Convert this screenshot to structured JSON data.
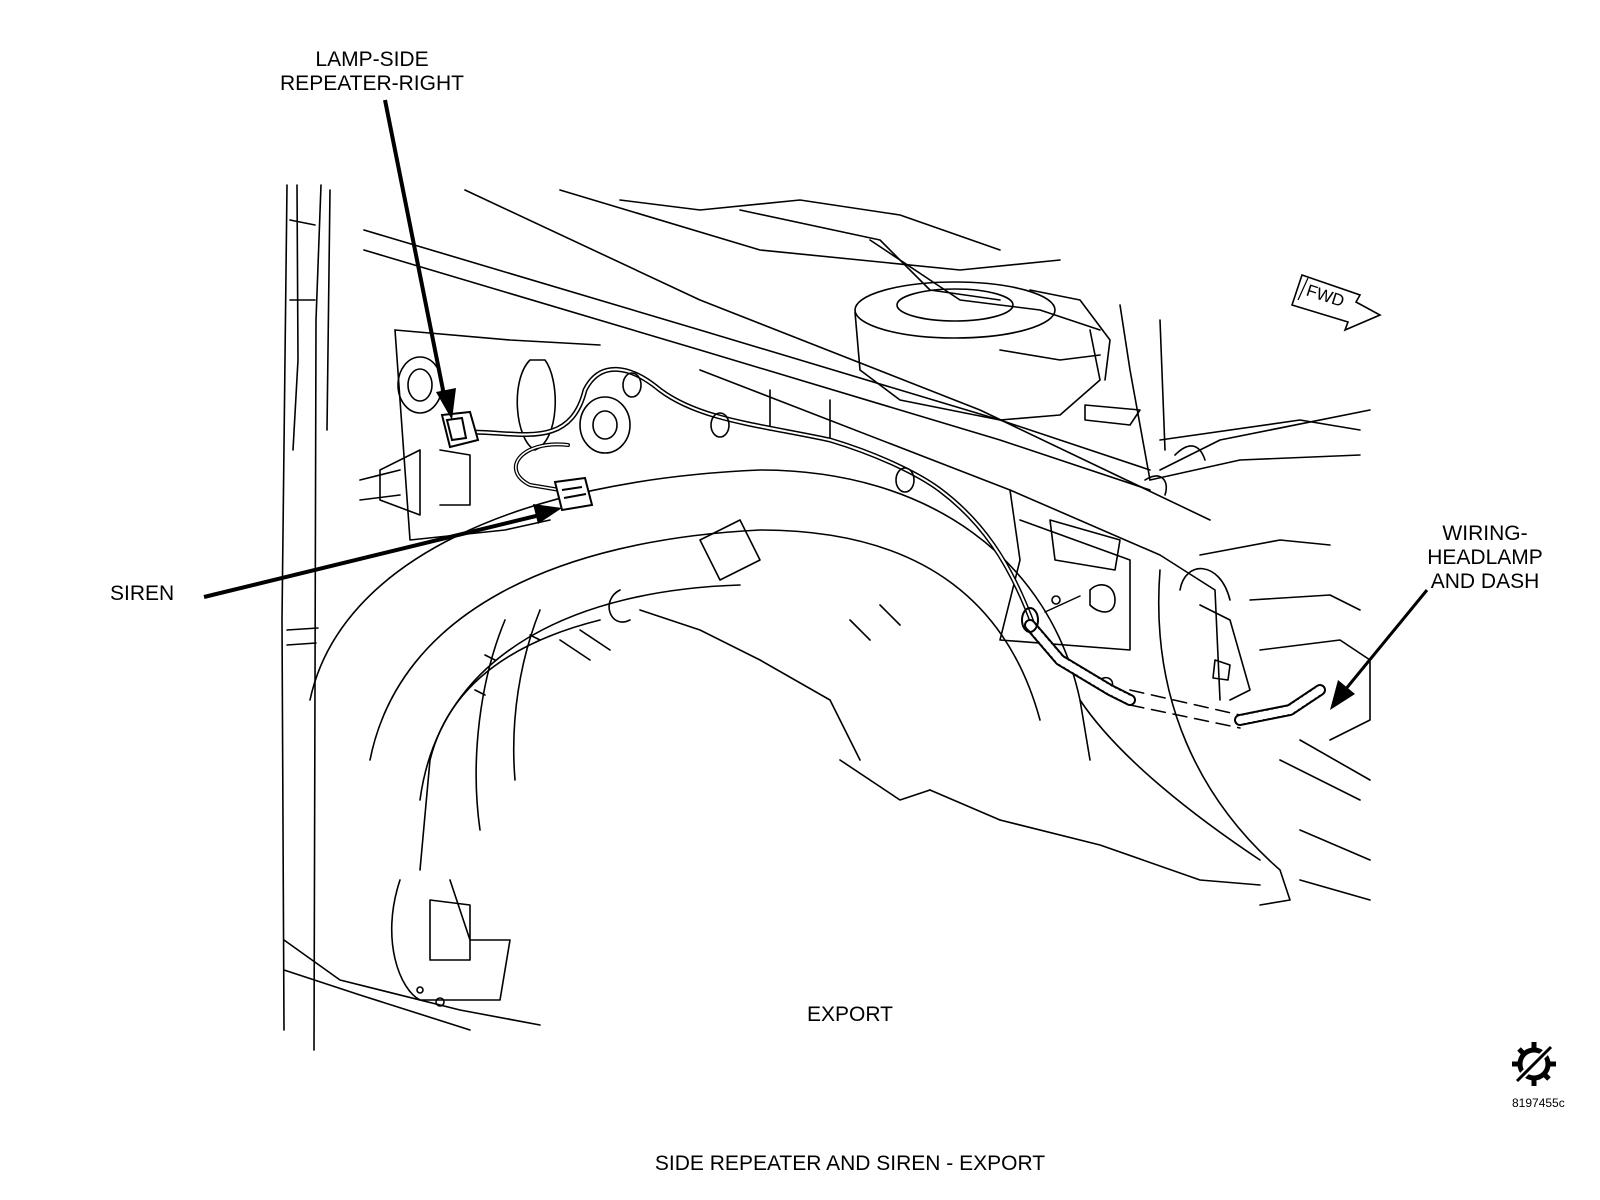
{
  "labels": {
    "lamp_side_repeater": [
      "LAMP-SIDE",
      "REPEATER-RIGHT"
    ],
    "siren": "SIREN",
    "wiring": [
      "WIRING-",
      "HEADLAMP",
      "AND DASH"
    ],
    "export": "EXPORT",
    "caption": "SIDE REPEATER AND SIREN - EXPORT",
    "figure_id": "8197455c",
    "fwd": "FWD"
  },
  "icons": {
    "direction": "fwd-arrow-icon",
    "service_symbol": "gear-slash-icon"
  },
  "colors": {
    "line": "#000000",
    "background": "#ffffff"
  }
}
